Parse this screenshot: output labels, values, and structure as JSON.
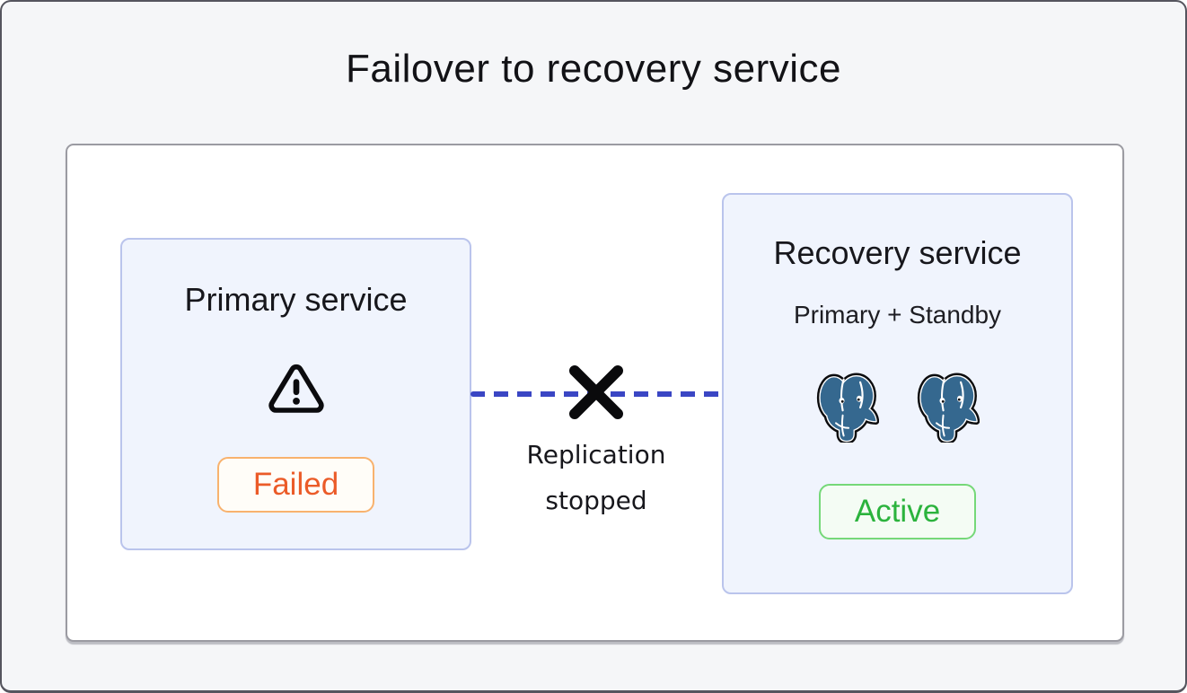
{
  "title": "Failover to recovery service",
  "colors": {
    "page-bg": "#f5f6f8",
    "frame-border": "#55555e",
    "canvas-border": "#9b9ba2",
    "box-bg": "#f0f4fd",
    "box-border": "#bac4ec",
    "link-blue": "#3a46c4",
    "failed-text": "#eb5b28",
    "failed-border": "#f8b26e",
    "failed-bg": "#fffdf8",
    "active-text": "#2bb33d",
    "active-border": "#75d878",
    "active-bg": "#f4fcf4",
    "elephant-blue": "#35688f",
    "ink": "#17171c"
  },
  "primary_box": {
    "title": "Primary service",
    "status_label": "Failed",
    "icon": "warning-triangle-icon"
  },
  "connection": {
    "label": "Replication stopped",
    "icon": "cross-icon",
    "style": "dashed-blue-line"
  },
  "recovery_box": {
    "title": "Recovery service",
    "subtitle": "Primary + Standby",
    "status_label": "Active",
    "icons": [
      "postgresql-elephant-icon",
      "postgresql-elephant-icon"
    ]
  }
}
